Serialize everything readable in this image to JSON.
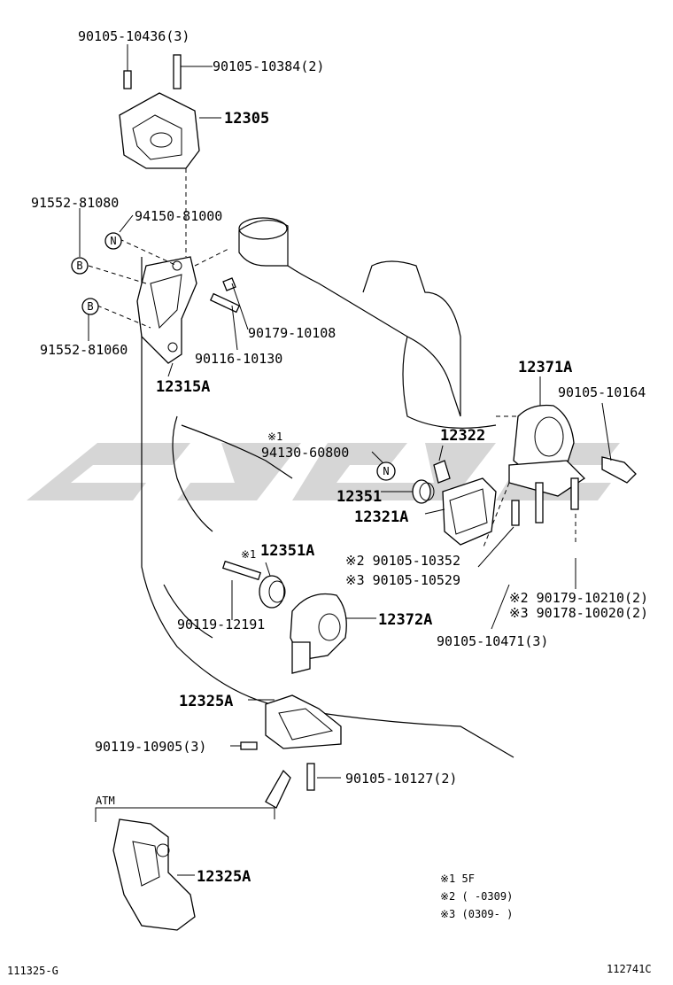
{
  "labels": {
    "bolt_top1": "90105-10436(3)",
    "bolt_top2": "90105-10384(2)",
    "mount_12305": "12305",
    "p91552_81080": "91552-81080",
    "p94150_81000": "94150-81000",
    "p90179_10108": "90179-10108",
    "p91552_81060": "91552-81060",
    "p90116_10130": "90116-10130",
    "p12315A": "12315A",
    "p12371A": "12371A",
    "p90105_10164": "90105-10164",
    "note1_ref_top": "※1",
    "p94130_60800": "94130-60800",
    "p12322": "12322",
    "p12351": "12351",
    "p12321A": "12321A",
    "note1_ref_mid": "※1",
    "p12351A": "12351A",
    "p90105_10352": "※2 90105-10352",
    "p90105_10529": "※3 90105-10529",
    "p90179_10210": "※2 90179-10210(2)",
    "p90178_10020": "※3 90178-10020(2)",
    "p90119_12191": "90119-12191",
    "p12372A": "12372A",
    "p90105_10471": "90105-10471(3)",
    "p12325A": "12325A",
    "p90119_10905": "90119-10905(3)",
    "p90105_10127": "90105-10127(2)",
    "atm": "ATM",
    "p12325A_atm": "12325A",
    "marker_N1": "N",
    "marker_N2": "N",
    "marker_B1": "B",
    "marker_B2": "B"
  },
  "notes": {
    "n1": "※1  5F",
    "n2": "※2 (    -0309)",
    "n3": "※3 (0309-    )"
  },
  "footer": {
    "left_code": "111325-G",
    "right_code": "112741C"
  }
}
